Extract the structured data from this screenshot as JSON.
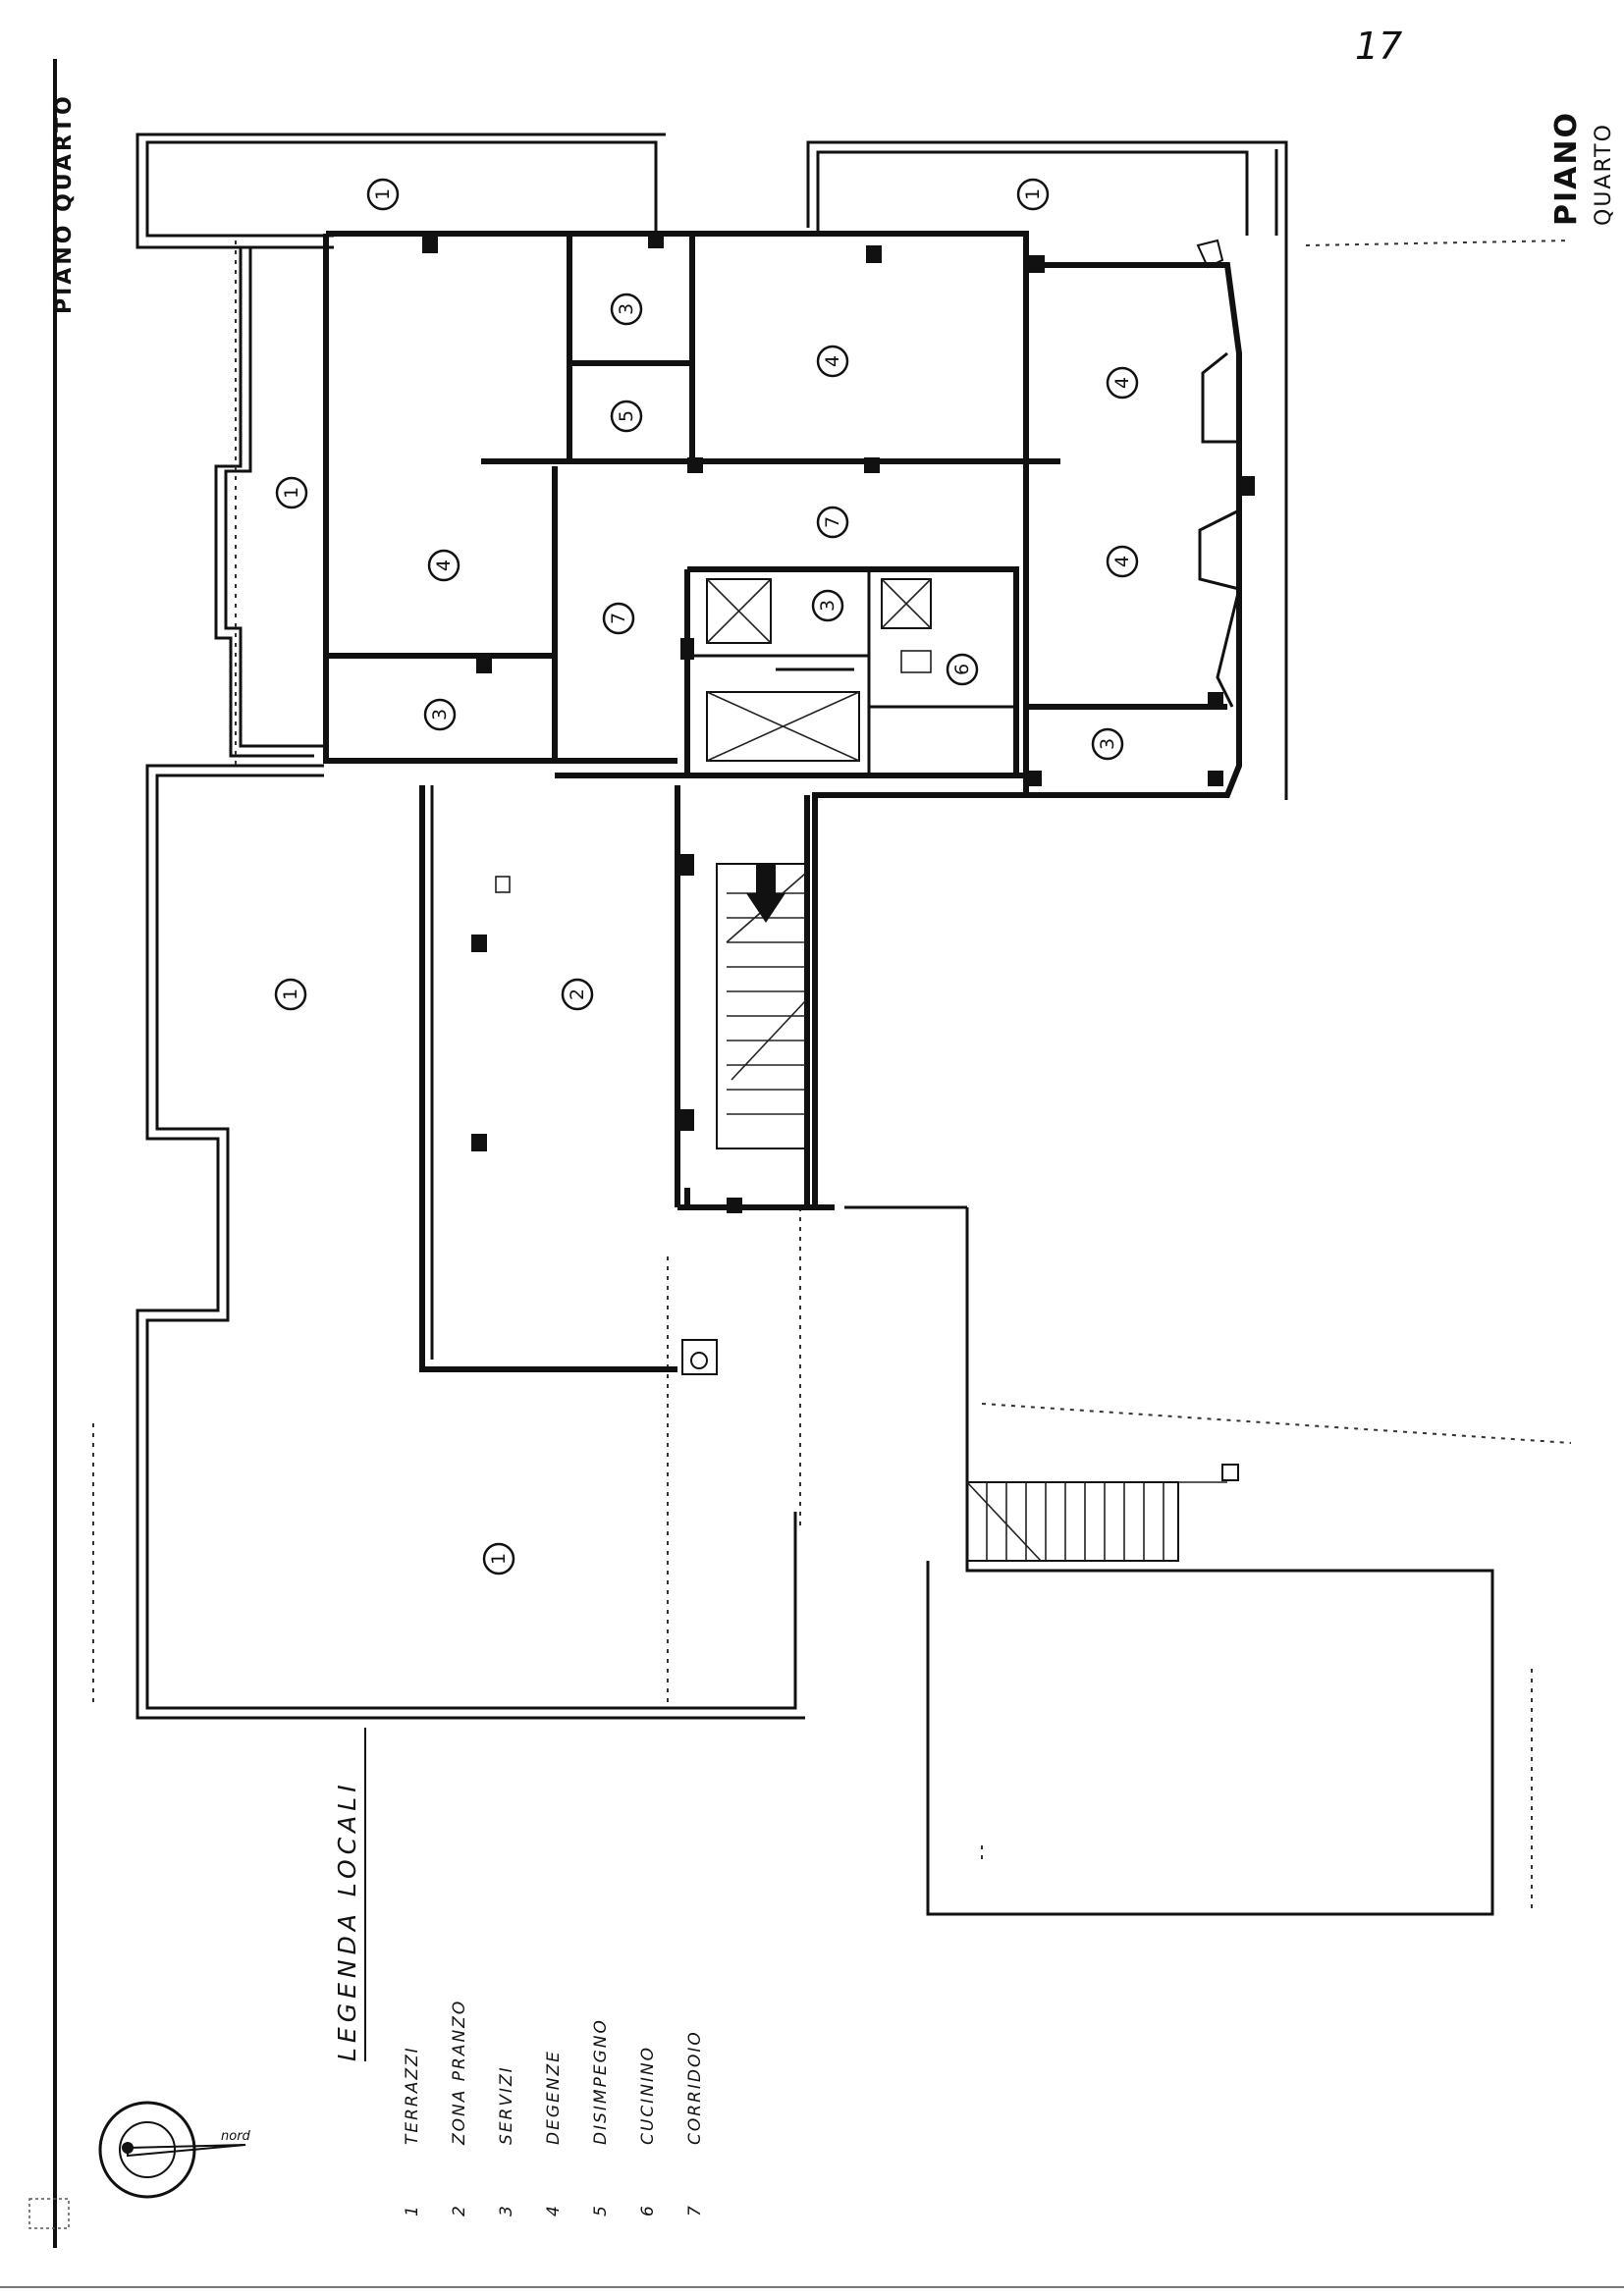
{
  "page_number": "17",
  "floor_label_left": "PIANO QUARTO",
  "floor_label_right": [
    "PIANO",
    "QUARTO"
  ],
  "north_label": "nord",
  "legend": {
    "title": "LEGENDA LOCALI",
    "items": [
      {
        "num": "1",
        "label": "TERRAZZI"
      },
      {
        "num": "2",
        "label": "ZONA PRANZO"
      },
      {
        "num": "3",
        "label": "SERVIZI"
      },
      {
        "num": "4",
        "label": "DEGENZE"
      },
      {
        "num": "5",
        "label": "DISIMPEGNO"
      },
      {
        "num": "6",
        "label": "CUCININO"
      },
      {
        "num": "7",
        "label": "CORRIDOIO"
      }
    ]
  },
  "rooms": [
    {
      "id": "terrace-top-left",
      "num": "1"
    },
    {
      "id": "terrace-top-right",
      "num": "1"
    },
    {
      "id": "terrace-left-strip",
      "num": "1"
    },
    {
      "id": "terrace-large-left",
      "num": "1"
    },
    {
      "id": "terrace-bottom",
      "num": "1"
    },
    {
      "id": "dining-zone",
      "num": "2"
    },
    {
      "id": "service-top",
      "num": "3"
    },
    {
      "id": "service-left",
      "num": "3"
    },
    {
      "id": "service-center",
      "num": "3"
    },
    {
      "id": "service-right",
      "num": "3"
    },
    {
      "id": "room-left",
      "num": "4"
    },
    {
      "id": "room-center",
      "num": "4"
    },
    {
      "id": "room-right-top",
      "num": "4"
    },
    {
      "id": "room-right-bottom",
      "num": "4"
    },
    {
      "id": "lobby",
      "num": "5"
    },
    {
      "id": "kitchenette",
      "num": "6"
    },
    {
      "id": "corridor-center",
      "num": "7"
    },
    {
      "id": "corridor-top",
      "num": "7"
    }
  ]
}
